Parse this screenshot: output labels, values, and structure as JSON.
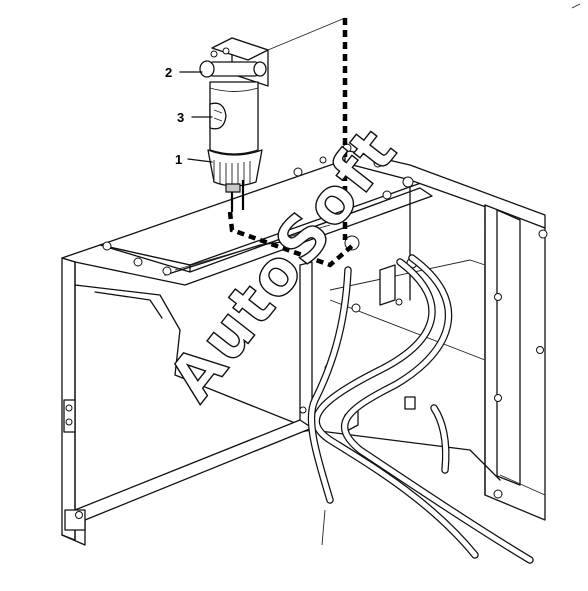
{
  "callouts": [
    {
      "id": "1",
      "label": "1"
    },
    {
      "id": "2",
      "label": "2"
    },
    {
      "id": "3",
      "label": "3"
    }
  ],
  "watermark": "AutoSoft",
  "icons": {
    "filter": "fuel-filter-icon",
    "frame": "frame-structure-icon",
    "hose": "hose-icon"
  }
}
